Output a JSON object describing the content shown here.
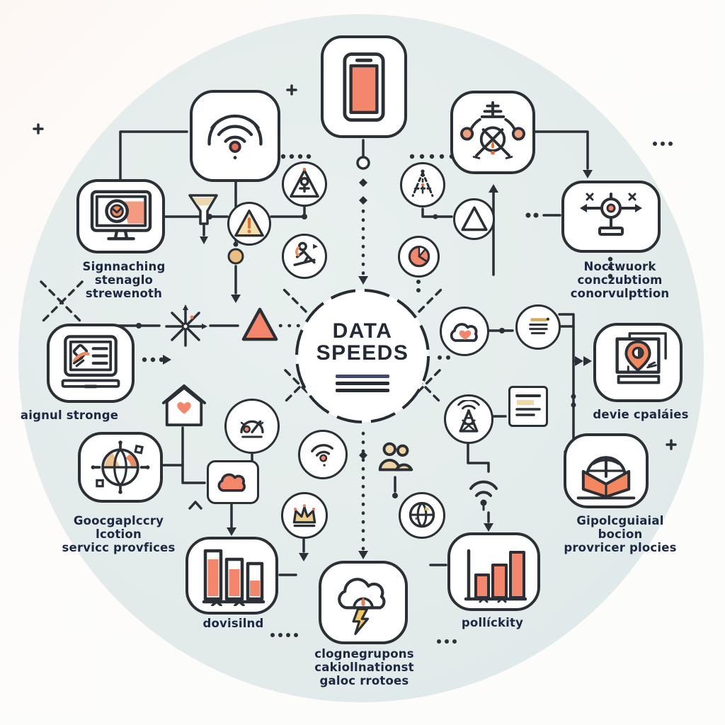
{
  "diagram": {
    "title": {
      "line1": "DATA",
      "line2": "SPEEDS"
    },
    "labels": {
      "top_left": [
        "Signnaching",
        "stenaglo",
        "strewenoth"
      ],
      "top_right": [
        "Noctwuork",
        "conczubtiom",
        "conorvulpttion"
      ],
      "mid_left": [
        "aignul stronge"
      ],
      "mid_right": [
        "devie cpaláies"
      ],
      "bottom_left": [
        "Goocgaplccry",
        "lcotion",
        "servicc provfices"
      ],
      "bottom_right": [
        "Gipolcguiaial",
        "bocion",
        "provricer plocies"
      ],
      "download": [
        "dovisilnd"
      ],
      "cloud_caption": [
        "clognegrupons",
        "cakiollnationst",
        "galoc rrotoes"
      ],
      "policy": [
        "pollíckity"
      ]
    },
    "icons": [
      {
        "id": "phone",
        "name": "smartphone-icon"
      },
      {
        "id": "wifi",
        "name": "wifi-signal-icon"
      },
      {
        "id": "gauge",
        "name": "speed-gauge-icon"
      },
      {
        "id": "monitor",
        "name": "monitor-pie-chart-icon"
      },
      {
        "id": "satellite",
        "name": "surveillance-antenna-icon"
      },
      {
        "id": "laptop",
        "name": "laptop-document-icon"
      },
      {
        "id": "mappin",
        "name": "map-pin-screen-icon"
      },
      {
        "id": "globe_compass",
        "name": "globe-compass-icon"
      },
      {
        "id": "globe_book",
        "name": "globe-open-book-icon"
      },
      {
        "id": "bars_desc",
        "name": "descending-bar-chart-icon"
      },
      {
        "id": "cloud_bolt",
        "name": "storm-cloud-lightning-icon"
      },
      {
        "id": "bars_asc",
        "name": "ascending-bar-chart-icon"
      },
      {
        "id": "person_triangle",
        "name": "person-in-triangle-icon"
      },
      {
        "id": "warning",
        "name": "warning-triangle-icon"
      },
      {
        "id": "skier",
        "name": "running-figure-icon"
      },
      {
        "id": "antenna_dashed",
        "name": "dashed-antenna-icon"
      },
      {
        "id": "triangle",
        "name": "triangle-icon"
      },
      {
        "id": "pie",
        "name": "filled-pie-icon"
      },
      {
        "id": "cloud_heart",
        "name": "cloud-heart-icon"
      },
      {
        "id": "doc_circle",
        "name": "document-lines-icon"
      },
      {
        "id": "gauge_circle",
        "name": "speedometer-icon"
      },
      {
        "id": "wifi_circle",
        "name": "wifi-dot-icon"
      },
      {
        "id": "crown",
        "name": "crown-icon"
      },
      {
        "id": "tower",
        "name": "radio-tower-icon"
      },
      {
        "id": "globe_circle",
        "name": "globe-icon"
      },
      {
        "id": "people",
        "name": "two-people-icon"
      },
      {
        "id": "compass_star",
        "name": "compass-star-icon"
      },
      {
        "id": "orange_triangle",
        "name": "orange-triangle-icon"
      },
      {
        "id": "house_heart",
        "name": "house-heart-icon"
      },
      {
        "id": "cloud_rect",
        "name": "cloud-box-icon"
      },
      {
        "id": "doc_rect",
        "name": "document-box-icon"
      },
      {
        "id": "wifi_small",
        "name": "small-wifi-icon"
      },
      {
        "id": "funnel",
        "name": "funnel-icon"
      }
    ],
    "colors": {
      "ink": "#2a3036",
      "salmon": "#f3866b",
      "tan": "#ecbe82",
      "yellow": "#f0c85e",
      "circle_bg": "#e4eceb",
      "label_ink": "#1c2742"
    }
  }
}
